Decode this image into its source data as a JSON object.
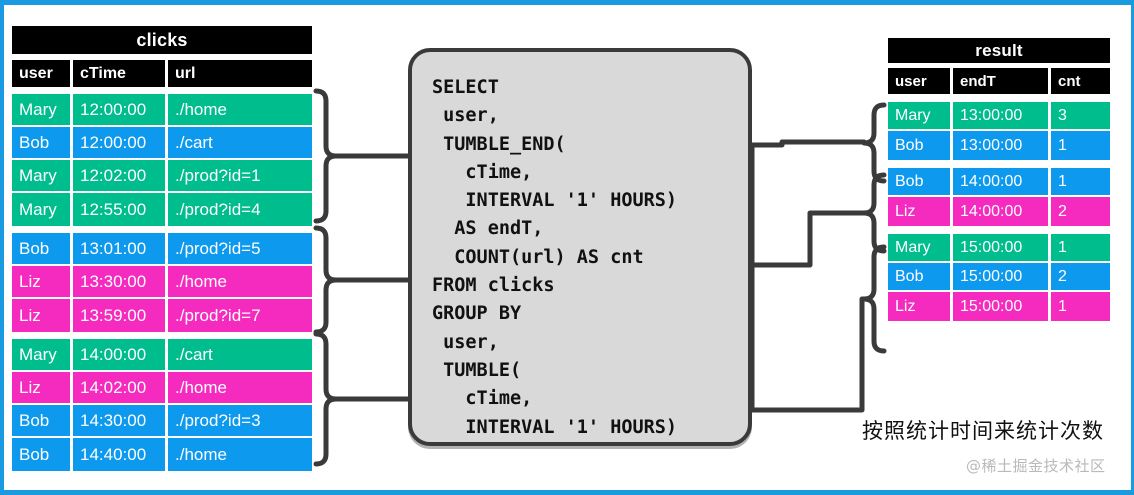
{
  "frame": {
    "border_color": "#1a9ae0"
  },
  "colors": {
    "green": "#00bd8e",
    "blue": "#0d9aee",
    "pink": "#f52bc0",
    "header_bg": "#000000",
    "sql_bg": "#d9d9d9",
    "sql_border": "#3a3a3a"
  },
  "clicks_table": {
    "title": "clicks",
    "columns": [
      "user",
      "cTime",
      "url"
    ],
    "groups": [
      {
        "rows": [
          {
            "user": "Mary",
            "cTime": "12:00:00",
            "url": "./home",
            "color": "green"
          },
          {
            "user": "Bob",
            "cTime": "12:00:00",
            "url": "./cart",
            "color": "blue"
          },
          {
            "user": "Mary",
            "cTime": "12:02:00",
            "url": "./prod?id=1",
            "color": "green"
          },
          {
            "user": "Mary",
            "cTime": "12:55:00",
            "url": "./prod?id=4",
            "color": "green"
          }
        ]
      },
      {
        "rows": [
          {
            "user": "Bob",
            "cTime": "13:01:00",
            "url": "./prod?id=5",
            "color": "blue"
          },
          {
            "user": "Liz",
            "cTime": "13:30:00",
            "url": "./home",
            "color": "pink"
          },
          {
            "user": "Liz",
            "cTime": "13:59:00",
            "url": "./prod?id=7",
            "color": "pink"
          }
        ]
      },
      {
        "rows": [
          {
            "user": "Mary",
            "cTime": "14:00:00",
            "url": "./cart",
            "color": "green"
          },
          {
            "user": "Liz",
            "cTime": "14:02:00",
            "url": "./home",
            "color": "pink"
          },
          {
            "user": "Bob",
            "cTime": "14:30:00",
            "url": "./prod?id=3",
            "color": "blue"
          },
          {
            "user": "Bob",
            "cTime": "14:40:00",
            "url": "./home",
            "color": "blue"
          }
        ]
      }
    ]
  },
  "sql": {
    "code": "SELECT\n user,\n TUMBLE_END(\n   cTime,\n   INTERVAL '1' HOURS)\n  AS endT,\n  COUNT(url) AS cnt\nFROM clicks\nGROUP BY\n user,\n TUMBLE(\n   cTime,\n   INTERVAL '1' HOURS)"
  },
  "result_table": {
    "title": "result",
    "columns": [
      "user",
      "endT",
      "cnt"
    ],
    "groups": [
      {
        "rows": [
          {
            "user": "Mary",
            "endT": "13:00:00",
            "cnt": "3",
            "color": "green"
          },
          {
            "user": "Bob",
            "endT": "13:00:00",
            "cnt": "1",
            "color": "blue"
          }
        ]
      },
      {
        "rows": [
          {
            "user": "Bob",
            "endT": "14:00:00",
            "cnt": "1",
            "color": "blue"
          },
          {
            "user": "Liz",
            "endT": "14:00:00",
            "cnt": "2",
            "color": "pink"
          }
        ]
      },
      {
        "rows": [
          {
            "user": "Mary",
            "endT": "15:00:00",
            "cnt": "1",
            "color": "green"
          },
          {
            "user": "Bob",
            "endT": "15:00:00",
            "cnt": "2",
            "color": "blue"
          },
          {
            "user": "Liz",
            "endT": "15:00:00",
            "cnt": "1",
            "color": "pink"
          }
        ]
      }
    ]
  },
  "caption": {
    "text": "按照统计时间来统计次数"
  },
  "watermark": {
    "text": "@稀土掘金技术社区"
  }
}
